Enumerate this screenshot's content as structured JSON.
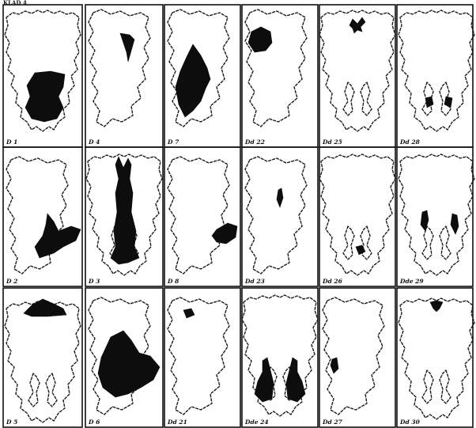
{
  "plate": {
    "header": "KLAD 4"
  },
  "rows": [
    {
      "cells": [
        {
          "label": "D 1",
          "figure": "lower-center-blot"
        },
        {
          "label": "D 4",
          "figure": "upper-small-blot"
        },
        {
          "label": "D 7",
          "figure": "large-left-blot"
        },
        {
          "label": "Dd 22",
          "figure": "upper-left-blot"
        },
        {
          "label": "Dd 25",
          "figure": "top-center-blot"
        },
        {
          "label": "Dd 28",
          "figure": "two-bottom-dots"
        }
      ]
    },
    {
      "cells": [
        {
          "label": "D 2",
          "figure": "lower-wing-blot"
        },
        {
          "label": "D 3",
          "figure": "central-column-blot"
        },
        {
          "label": "D 8",
          "figure": "right-small-blot"
        },
        {
          "label": "Dd 23",
          "figure": "central-line-dot"
        },
        {
          "label": "Dd 26",
          "figure": "bottom-small-dot"
        },
        {
          "label": "Dde 29",
          "figure": "paired-side-blots"
        }
      ]
    },
    {
      "cells": [
        {
          "label": "D 5",
          "figure": "top-cap-blot"
        },
        {
          "label": "D 6",
          "figure": "large-lower-left-blot"
        },
        {
          "label": "Dd 21",
          "figure": "upper-left-dot"
        },
        {
          "label": "Dde 24",
          "figure": "paired-bottom-blots"
        },
        {
          "label": "Dd 27",
          "figure": "small-left-dot"
        },
        {
          "label": "Dd 30",
          "figure": "top-notch-blot"
        }
      ]
    }
  ]
}
